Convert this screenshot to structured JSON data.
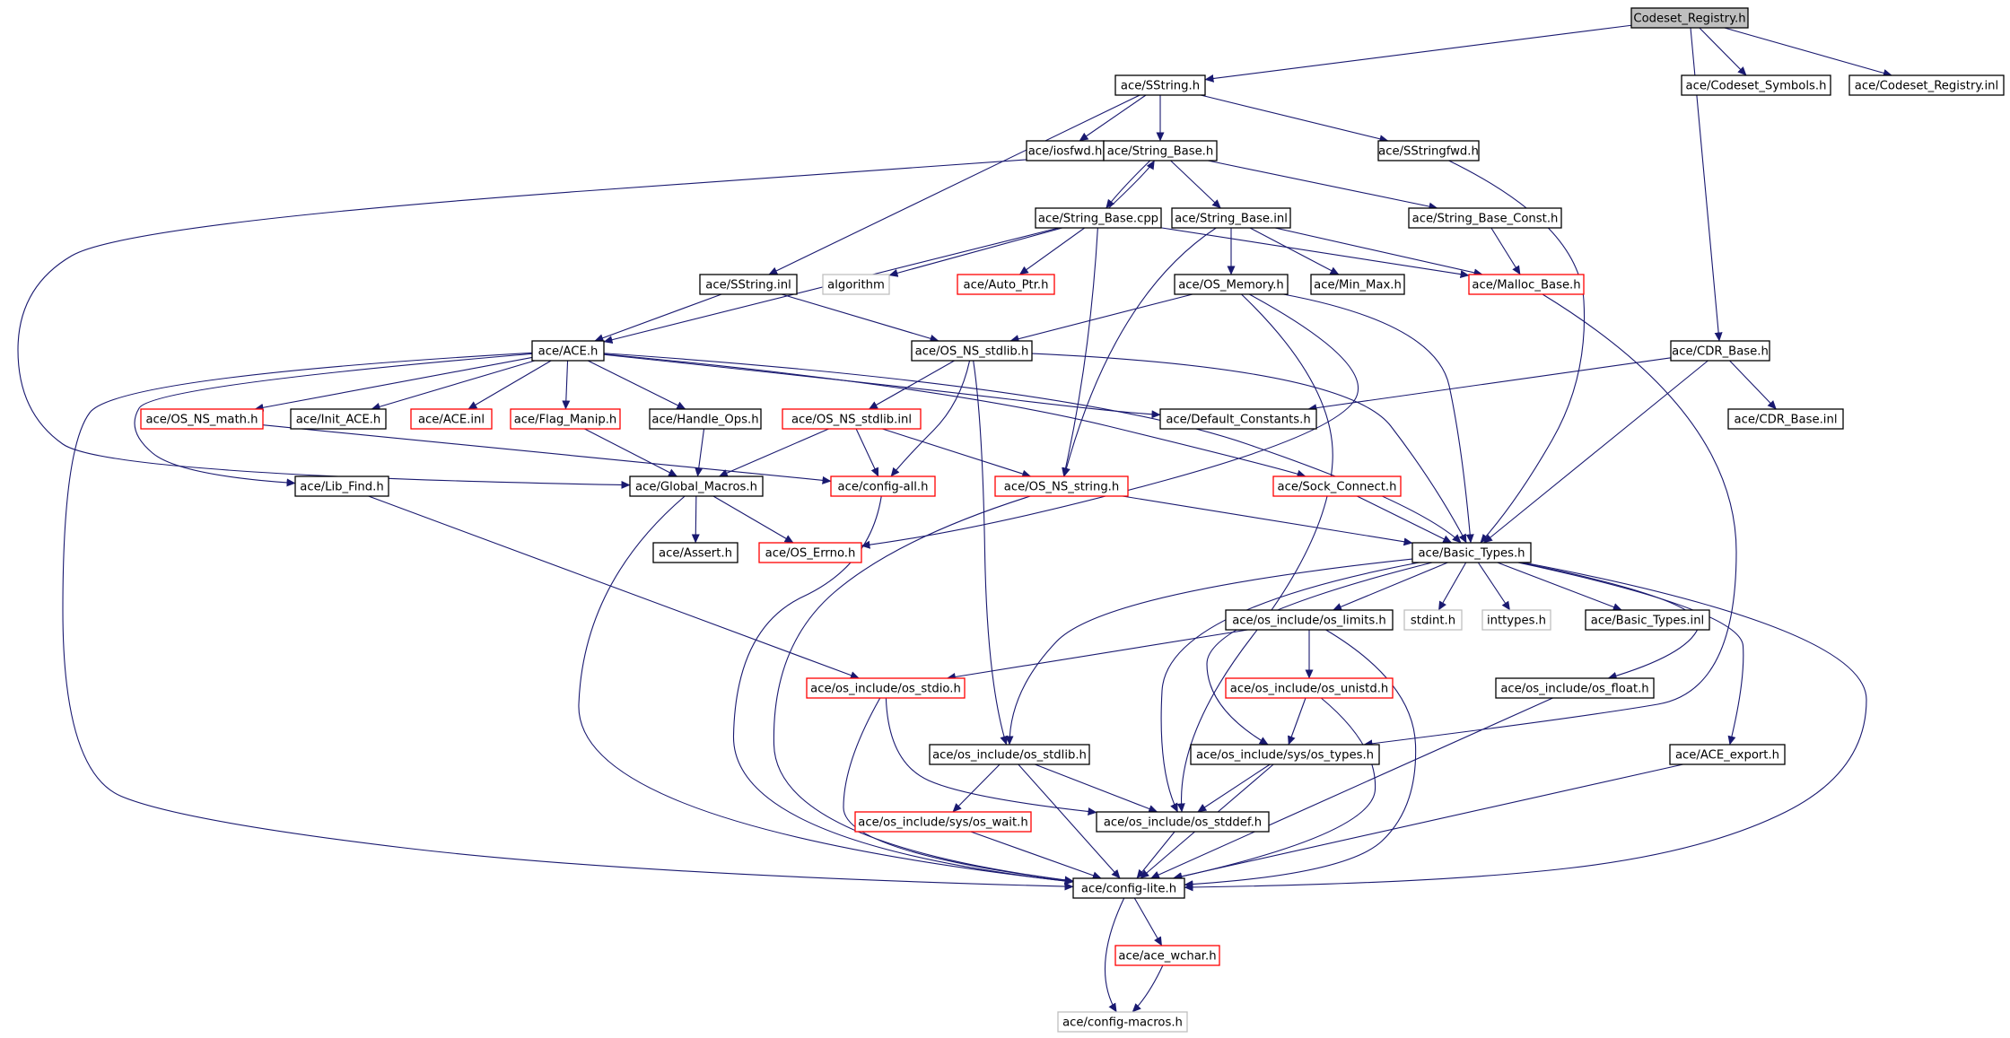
{
  "graph": {
    "colors": {
      "edge": "#191970",
      "root_fill": "#bfbfbf",
      "border_black": "#000000",
      "border_red": "#ff0000",
      "border_gray": "#bfbfbf"
    },
    "nodes": [
      {
        "id": "codeset_registry_h",
        "label": "Codeset_Registry.h",
        "kind": "root"
      },
      {
        "id": "sstring_h",
        "label": "ace/SString.h",
        "kind": "black"
      },
      {
        "id": "codeset_symbols_h",
        "label": "ace/Codeset_Symbols.h",
        "kind": "black"
      },
      {
        "id": "codeset_registry_inl",
        "label": "ace/Codeset_Registry.inl",
        "kind": "black"
      },
      {
        "id": "iosfwd_h",
        "label": "ace/iosfwd.h",
        "kind": "black"
      },
      {
        "id": "string_base_h",
        "label": "ace/String_Base.h",
        "kind": "black"
      },
      {
        "id": "sstringfwd_h",
        "label": "ace/SStringfwd.h",
        "kind": "black"
      },
      {
        "id": "string_base_cpp",
        "label": "ace/String_Base.cpp",
        "kind": "black"
      },
      {
        "id": "string_base_inl",
        "label": "ace/String_Base.inl",
        "kind": "black"
      },
      {
        "id": "string_base_const_h",
        "label": "ace/String_Base_Const.h",
        "kind": "black"
      },
      {
        "id": "sstring_inl",
        "label": "ace/SString.inl",
        "kind": "black"
      },
      {
        "id": "algorithm",
        "label": "algorithm",
        "kind": "gray"
      },
      {
        "id": "auto_ptr_h",
        "label": "ace/Auto_Ptr.h",
        "kind": "red"
      },
      {
        "id": "os_memory_h",
        "label": "ace/OS_Memory.h",
        "kind": "black"
      },
      {
        "id": "min_max_h",
        "label": "ace/Min_Max.h",
        "kind": "black"
      },
      {
        "id": "malloc_base_h",
        "label": "ace/Malloc_Base.h",
        "kind": "red"
      },
      {
        "id": "ace_h",
        "label": "ace/ACE.h",
        "kind": "black"
      },
      {
        "id": "os_ns_stdlib_h",
        "label": "ace/OS_NS_stdlib.h",
        "kind": "black"
      },
      {
        "id": "cdr_base_h",
        "label": "ace/CDR_Base.h",
        "kind": "black"
      },
      {
        "id": "os_ns_math_h",
        "label": "ace/OS_NS_math.h",
        "kind": "red"
      },
      {
        "id": "init_ace_h",
        "label": "ace/Init_ACE.h",
        "kind": "black"
      },
      {
        "id": "ace_inl",
        "label": "ace/ACE.inl",
        "kind": "red"
      },
      {
        "id": "flag_manip_h",
        "label": "ace/Flag_Manip.h",
        "kind": "red"
      },
      {
        "id": "handle_ops_h",
        "label": "ace/Handle_Ops.h",
        "kind": "black"
      },
      {
        "id": "os_ns_stdlib_inl",
        "label": "ace/OS_NS_stdlib.inl",
        "kind": "red"
      },
      {
        "id": "default_constants_h",
        "label": "ace/Default_Constants.h",
        "kind": "black"
      },
      {
        "id": "cdr_base_inl",
        "label": "ace/CDR_Base.inl",
        "kind": "black"
      },
      {
        "id": "lib_find_h",
        "label": "ace/Lib_Find.h",
        "kind": "black"
      },
      {
        "id": "global_macros_h",
        "label": "ace/Global_Macros.h",
        "kind": "black"
      },
      {
        "id": "config_all_h",
        "label": "ace/config-all.h",
        "kind": "red"
      },
      {
        "id": "os_ns_string_h",
        "label": "ace/OS_NS_string.h",
        "kind": "red"
      },
      {
        "id": "sock_connect_h",
        "label": "ace/Sock_Connect.h",
        "kind": "red"
      },
      {
        "id": "assert_h",
        "label": "ace/Assert.h",
        "kind": "black"
      },
      {
        "id": "os_errno_h",
        "label": "ace/OS_Errno.h",
        "kind": "red"
      },
      {
        "id": "basic_types_h",
        "label": "ace/Basic_Types.h",
        "kind": "black"
      },
      {
        "id": "os_limits_h",
        "label": "ace/os_include/os_limits.h",
        "kind": "black"
      },
      {
        "id": "stdint_h",
        "label": "stdint.h",
        "kind": "gray"
      },
      {
        "id": "inttypes_h",
        "label": "inttypes.h",
        "kind": "gray"
      },
      {
        "id": "basic_types_inl",
        "label": "ace/Basic_Types.inl",
        "kind": "black"
      },
      {
        "id": "os_stdio_h",
        "label": "ace/os_include/os_stdio.h",
        "kind": "red"
      },
      {
        "id": "os_unistd_h",
        "label": "ace/os_include/os_unistd.h",
        "kind": "red"
      },
      {
        "id": "os_float_h",
        "label": "ace/os_include/os_float.h",
        "kind": "black"
      },
      {
        "id": "os_stdlib_h",
        "label": "ace/os_include/os_stdlib.h",
        "kind": "black"
      },
      {
        "id": "os_types_h",
        "label": "ace/os_include/sys/os_types.h",
        "kind": "black"
      },
      {
        "id": "ace_export_h",
        "label": "ace/ACE_export.h",
        "kind": "black"
      },
      {
        "id": "os_wait_h",
        "label": "ace/os_include/sys/os_wait.h",
        "kind": "red"
      },
      {
        "id": "os_stddef_h",
        "label": "ace/os_include/os_stddef.h",
        "kind": "black"
      },
      {
        "id": "config_lite_h",
        "label": "ace/config-lite.h",
        "kind": "black"
      },
      {
        "id": "ace_wchar_h",
        "label": "ace/ace_wchar.h",
        "kind": "red"
      },
      {
        "id": "config_macros_h",
        "label": "ace/config-macros.h",
        "kind": "gray"
      }
    ],
    "edges": [
      [
        "codeset_registry_h",
        "sstring_h"
      ],
      [
        "codeset_registry_h",
        "codeset_symbols_h"
      ],
      [
        "codeset_registry_h",
        "codeset_registry_inl"
      ],
      [
        "codeset_registry_h",
        "cdr_base_h"
      ],
      [
        "sstring_h",
        "iosfwd_h"
      ],
      [
        "sstring_h",
        "string_base_h"
      ],
      [
        "sstring_h",
        "sstringfwd_h"
      ],
      [
        "sstring_h",
        "sstring_inl"
      ],
      [
        "sstringfwd_h",
        "basic_types_h"
      ],
      [
        "string_base_h",
        "global_macros_h"
      ],
      [
        "string_base_h",
        "string_base_cpp"
      ],
      [
        "string_base_h",
        "string_base_inl"
      ],
      [
        "string_base_h",
        "string_base_const_h"
      ],
      [
        "string_base_cpp",
        "string_base_h"
      ],
      [
        "string_base_cpp",
        "algorithm"
      ],
      [
        "string_base_cpp",
        "auto_ptr_h"
      ],
      [
        "string_base_cpp",
        "ace_h"
      ],
      [
        "string_base_cpp",
        "malloc_base_h"
      ],
      [
        "string_base_cpp",
        "os_ns_string_h"
      ],
      [
        "string_base_inl",
        "os_memory_h"
      ],
      [
        "string_base_inl",
        "min_max_h"
      ],
      [
        "string_base_inl",
        "malloc_base_h"
      ],
      [
        "string_base_inl",
        "os_ns_string_h"
      ],
      [
        "string_base_const_h",
        "malloc_base_h"
      ],
      [
        "malloc_base_h",
        "os_types_h"
      ],
      [
        "os_memory_h",
        "os_ns_stdlib_h"
      ],
      [
        "os_memory_h",
        "basic_types_h"
      ],
      [
        "os_memory_h",
        "os_errno_h"
      ],
      [
        "os_memory_h",
        "os_stddef_h"
      ],
      [
        "sstring_inl",
        "ace_h"
      ],
      [
        "sstring_inl",
        "os_ns_stdlib_h"
      ],
      [
        "ace_h",
        "os_ns_math_h"
      ],
      [
        "ace_h",
        "init_ace_h"
      ],
      [
        "ace_h",
        "ace_inl"
      ],
      [
        "ace_h",
        "flag_manip_h"
      ],
      [
        "ace_h",
        "handle_ops_h"
      ],
      [
        "ace_h",
        "lib_find_h"
      ],
      [
        "ace_h",
        "default_constants_h"
      ],
      [
        "ace_h",
        "sock_connect_h"
      ],
      [
        "ace_h",
        "basic_types_h"
      ],
      [
        "ace_h",
        "config_lite_h"
      ],
      [
        "os_ns_math_h",
        "config_all_h"
      ],
      [
        "flag_manip_h",
        "global_macros_h"
      ],
      [
        "handle_ops_h",
        "global_macros_h"
      ],
      [
        "os_ns_stdlib_h",
        "os_ns_stdlib_inl"
      ],
      [
        "os_ns_stdlib_h",
        "config_all_h"
      ],
      [
        "os_ns_stdlib_h",
        "basic_types_h"
      ],
      [
        "os_ns_stdlib_h",
        "os_stdlib_h"
      ],
      [
        "os_ns_stdlib_inl",
        "global_macros_h"
      ],
      [
        "os_ns_stdlib_inl",
        "config_all_h"
      ],
      [
        "os_ns_stdlib_inl",
        "os_ns_string_h"
      ],
      [
        "cdr_base_h",
        "default_constants_h"
      ],
      [
        "cdr_base_h",
        "cdr_base_inl"
      ],
      [
        "cdr_base_h",
        "basic_types_h"
      ],
      [
        "lib_find_h",
        "os_stdio_h"
      ],
      [
        "global_macros_h",
        "assert_h"
      ],
      [
        "global_macros_h",
        "os_errno_h"
      ],
      [
        "global_macros_h",
        "config_lite_h"
      ],
      [
        "config_all_h",
        "config_lite_h"
      ],
      [
        "os_ns_string_h",
        "basic_types_h"
      ],
      [
        "os_ns_string_h",
        "config_lite_h"
      ],
      [
        "sock_connect_h",
        "basic_types_h"
      ],
      [
        "basic_types_h",
        "os_limits_h"
      ],
      [
        "basic_types_h",
        "stdint_h"
      ],
      [
        "basic_types_h",
        "inttypes_h"
      ],
      [
        "basic_types_h",
        "basic_types_inl"
      ],
      [
        "basic_types_h",
        "os_float_h"
      ],
      [
        "basic_types_h",
        "os_stdlib_h"
      ],
      [
        "basic_types_h",
        "os_types_h"
      ],
      [
        "basic_types_h",
        "ace_export_h"
      ],
      [
        "basic_types_h",
        "os_stddef_h"
      ],
      [
        "basic_types_h",
        "config_lite_h"
      ],
      [
        "os_limits_h",
        "os_stdio_h"
      ],
      [
        "os_limits_h",
        "os_unistd_h"
      ],
      [
        "os_limits_h",
        "config_lite_h"
      ],
      [
        "os_stdio_h",
        "os_stddef_h"
      ],
      [
        "os_stdio_h",
        "config_lite_h"
      ],
      [
        "os_unistd_h",
        "os_types_h"
      ],
      [
        "os_unistd_h",
        "config_lite_h"
      ],
      [
        "os_float_h",
        "config_lite_h"
      ],
      [
        "os_stdlib_h",
        "os_wait_h"
      ],
      [
        "os_stdlib_h",
        "os_stddef_h"
      ],
      [
        "os_stdlib_h",
        "config_lite_h"
      ],
      [
        "os_types_h",
        "os_stddef_h"
      ],
      [
        "os_types_h",
        "config_lite_h"
      ],
      [
        "ace_export_h",
        "config_lite_h"
      ],
      [
        "os_wait_h",
        "config_lite_h"
      ],
      [
        "os_stddef_h",
        "config_lite_h"
      ],
      [
        "config_lite_h",
        "ace_wchar_h"
      ],
      [
        "config_lite_h",
        "config_macros_h"
      ],
      [
        "ace_wchar_h",
        "config_macros_h"
      ]
    ]
  }
}
